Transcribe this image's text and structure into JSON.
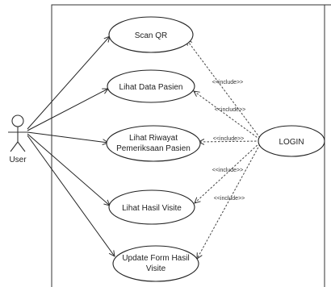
{
  "actor": {
    "label": "User"
  },
  "use_cases": [
    {
      "id": "scan-qr",
      "label_lines": [
        "Scan QR"
      ]
    },
    {
      "id": "lihat-data-pasien",
      "label_lines": [
        "Lihat Data Pasien"
      ]
    },
    {
      "id": "lihat-riwayat",
      "label_lines": [
        "Lihat Riwayat",
        "Pemeriksaan Pasien"
      ]
    },
    {
      "id": "lihat-hasil-visite",
      "label_lines": [
        "Lihat Hasil Visite"
      ]
    },
    {
      "id": "update-form",
      "label_lines": [
        "Update Form Hasil",
        "Visite"
      ]
    },
    {
      "id": "login",
      "label_lines": [
        "LOGIN"
      ]
    }
  ],
  "include_labels": [
    "<<include>>",
    "<<include>>",
    "<<include>>",
    "<<include>>",
    "<<include>>"
  ]
}
